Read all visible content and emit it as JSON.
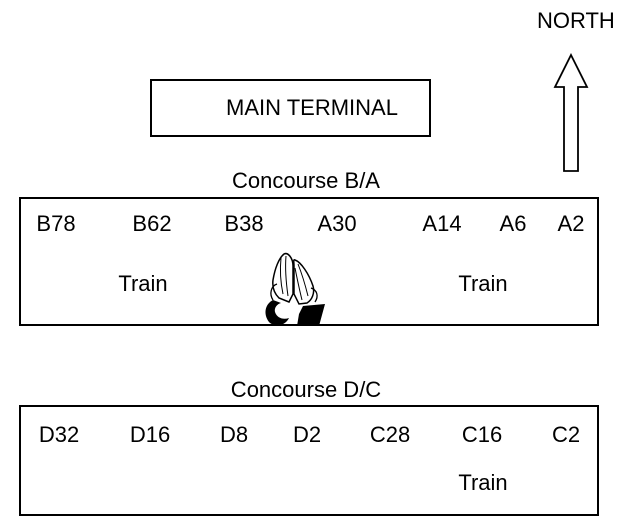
{
  "compass": {
    "north_label": "NORTH",
    "arrow_icon": "up-arrow-icon"
  },
  "terminal": {
    "label": "MAIN TERMINAL"
  },
  "concourse_ba": {
    "title": "Concourse B/A",
    "gates": [
      "B78",
      "B62",
      "B38",
      "A30",
      "A14",
      "A6",
      "A2"
    ],
    "train_labels": [
      "Train",
      "Train"
    ],
    "marker_icon": "praying-hands-icon"
  },
  "concourse_dc": {
    "title": "Concourse D/C",
    "gates": [
      "D32",
      "D16",
      "D8",
      "D2",
      "C28",
      "C16",
      "C2"
    ],
    "train_labels": [
      "Train"
    ]
  },
  "colors": {
    "stroke": "#000000",
    "background": "#ffffff"
  }
}
